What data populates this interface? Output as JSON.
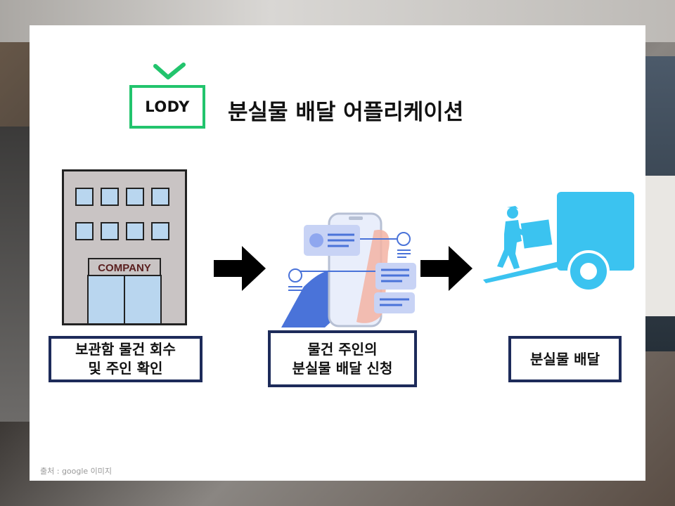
{
  "logo": {
    "text": "LODY",
    "accent_color": "#22c46d"
  },
  "title": "분실물 배달 어플리케이션",
  "building": {
    "sign": "COMPANY"
  },
  "steps": [
    {
      "line1": "보관함 물건 회수",
      "line2": "및 주인 확인"
    },
    {
      "line1": "물건 주인의",
      "line2": "분실물 배달 신청"
    },
    {
      "line1": "분실물 배달",
      "line2": ""
    }
  ],
  "source": "출처 : google  이미지",
  "colors": {
    "label_border": "#1d2b5a",
    "truck": "#3bc3f0",
    "phone_accent": "#4a73d9"
  }
}
